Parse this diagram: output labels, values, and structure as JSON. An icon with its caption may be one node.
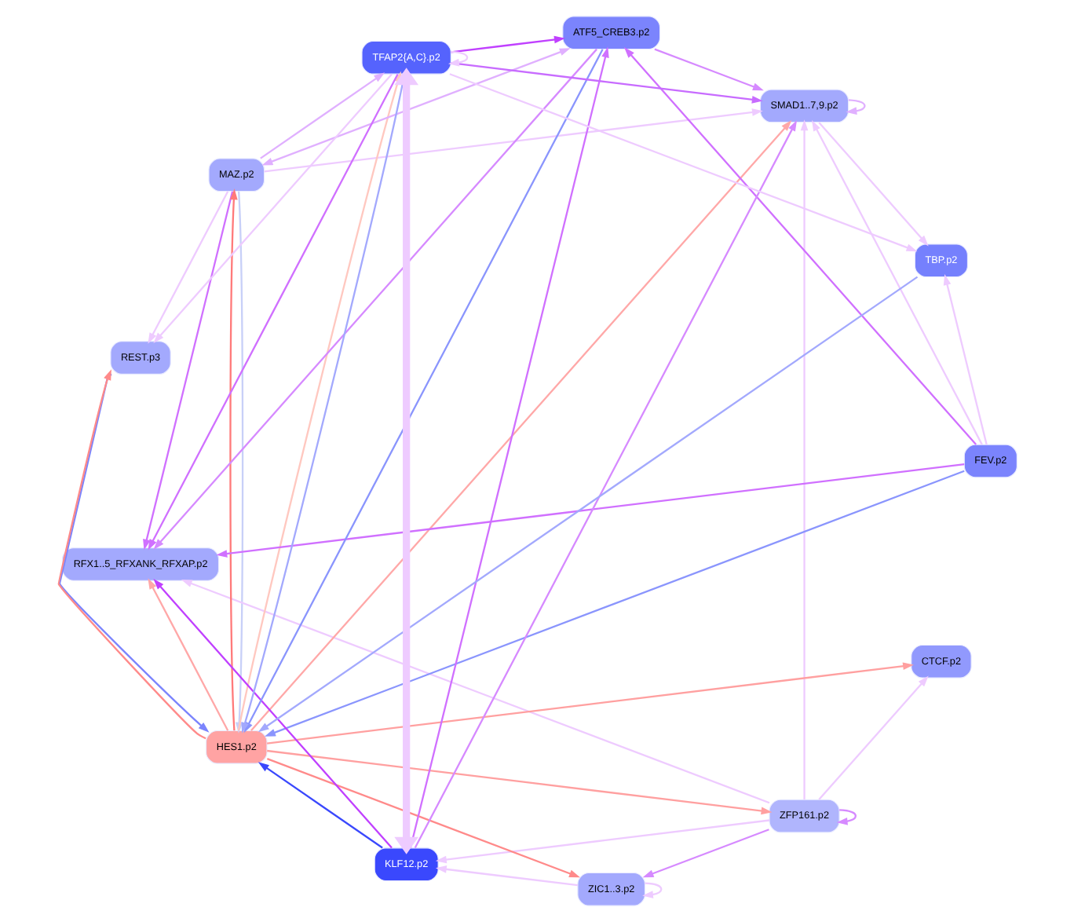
{
  "diagram": {
    "nodes": [
      {
        "text": [
          "MAZ.p2"
        ]
      },
      {
        "text": [
          "REST.p3"
        ]
      },
      {
        "text": [
          "CTCF.p2"
        ]
      },
      {
        "text": [
          "SMAD1..7,9.p2"
        ]
      },
      {
        "text": [
          "ZFP161.p2"
        ]
      },
      {
        "text": [
          "RFX1..5_RFXANK_RFXAP.p2"
        ]
      },
      {
        "text": [
          "HES1.p2"
        ]
      },
      {
        "text": [
          "ZIC1..3.p2"
        ]
      },
      {
        "text": [
          "FEV.p2"
        ]
      },
      {
        "text": [
          "KLF12.p2"
        ]
      },
      {
        "text": [
          "TBP.p2"
        ]
      },
      {
        "text": [
          "ATF5_CREB3.p2"
        ]
      },
      {
        "text": [
          "TFAP2{A,C}.p2"
        ]
      }
    ],
    "edges": [
      {
        "from": 0,
        "to": 1,
        "arrow": "to",
        "color": "#eecbff"
      },
      {
        "from": 0,
        "to": 3,
        "arrow": "to",
        "color": "#eecbff"
      },
      {
        "from": 0,
        "to": 5,
        "arrow": "to",
        "color": "#d070ff"
      },
      {
        "from": 6,
        "to": 0,
        "arrow": "to",
        "color": "#ff7a7a"
      },
      {
        "from": 0,
        "to": 6,
        "arrow": "to",
        "color": "#c8d0f8"
      },
      {
        "from": 6,
        "to": 1,
        "arrow": "to",
        "color": "#ff8a8a"
      },
      {
        "from": 1,
        "to": 6,
        "arrow": "to",
        "color": "#7b84fd"
      },
      {
        "from": 6,
        "to": 2,
        "arrow": "to",
        "color": "#ffa0a0"
      },
      {
        "from": 6,
        "to": 4,
        "arrow": "to",
        "color": "#ffa0a0"
      },
      {
        "from": 6,
        "to": 7,
        "arrow": "to",
        "color": "#ff8a8a"
      },
      {
        "from": 6,
        "to": 3,
        "arrow": "to",
        "color": "#ffa8a8"
      },
      {
        "from": 6,
        "to": 5,
        "arrow": "to",
        "color": "#ffa8a8"
      },
      {
        "from": 6,
        "to": 12,
        "arrow": "to",
        "color": "#ffc8c0"
      },
      {
        "from": 12,
        "to": 6,
        "arrow": "to",
        "color": "#a3a9fd"
      },
      {
        "from": 8,
        "to": 6,
        "arrow": "to",
        "color": "#8a95fd"
      },
      {
        "from": 10,
        "to": 6,
        "arrow": "to",
        "color": "#a3a9fd"
      },
      {
        "from": 9,
        "to": 6,
        "arrow": "to",
        "color": "#3a48fd"
      },
      {
        "from": 11,
        "to": 6,
        "arrow": "to",
        "color": "#8a95fd"
      },
      {
        "from": 4,
        "to": 2,
        "arrow": "to",
        "color": "#eecbff"
      },
      {
        "from": 4,
        "to": 3,
        "arrow": "to",
        "color": "#eecbff"
      },
      {
        "from": 4,
        "to": 4,
        "arrow": "to",
        "color": "#d68aff"
      },
      {
        "from": 4,
        "to": 5,
        "arrow": "to",
        "color": "#eecbff"
      },
      {
        "from": 4,
        "to": 7,
        "arrow": "to",
        "color": "#d68aff"
      },
      {
        "from": 4,
        "to": 9,
        "arrow": "to",
        "color": "#eecbff"
      },
      {
        "from": 7,
        "to": 7,
        "arrow": "to",
        "color": "#eecbff"
      },
      {
        "from": 7,
        "to": 9,
        "arrow": "to",
        "color": "#eecbff"
      },
      {
        "from": 9,
        "to": 3,
        "arrow": "to",
        "color": "#d68aff"
      },
      {
        "from": 9,
        "to": 5,
        "arrow": "to",
        "color": "#c040ff"
      },
      {
        "from": 9,
        "to": 11,
        "arrow": "to",
        "color": "#d070ff"
      },
      {
        "from": 12,
        "to": 9,
        "arrow": "both",
        "style": "thick",
        "color": "#eecbff"
      },
      {
        "from": 11,
        "to": 0,
        "arrow": "both",
        "color": "#e0b0ff"
      },
      {
        "from": 0,
        "to": 12,
        "arrow": "to",
        "color": "#e0b0ff"
      },
      {
        "from": 11,
        "to": 3,
        "arrow": "to",
        "color": "#d68aff"
      },
      {
        "from": 11,
        "to": 5,
        "arrow": "to",
        "color": "#d68aff"
      },
      {
        "from": 8,
        "to": 11,
        "arrow": "to",
        "color": "#d070ff"
      },
      {
        "from": 12,
        "to": 11,
        "arrow": "to",
        "color": "#c040ff"
      },
      {
        "from": 12,
        "to": 3,
        "arrow": "to",
        "color": "#c86cff"
      },
      {
        "from": 12,
        "to": 5,
        "arrow": "to",
        "color": "#d070ff"
      },
      {
        "from": 12,
        "to": 1,
        "arrow": "to",
        "color": "#eecbff"
      },
      {
        "from": 12,
        "to": 10,
        "arrow": "to",
        "color": "#eecbff"
      },
      {
        "from": 12,
        "to": 12,
        "arrow": "to",
        "color": "#eecbff"
      },
      {
        "from": 3,
        "to": 3,
        "arrow": "to",
        "color": "#e0b0ff"
      },
      {
        "from": 3,
        "to": 10,
        "arrow": "to",
        "color": "#eecbff"
      },
      {
        "from": 8,
        "to": 10,
        "arrow": "to",
        "color": "#eecbff"
      },
      {
        "from": 8,
        "to": 5,
        "arrow": "to",
        "color": "#d070ff"
      },
      {
        "from": 8,
        "to": 3,
        "arrow": "to",
        "color": "#eecbff"
      }
    ]
  }
}
